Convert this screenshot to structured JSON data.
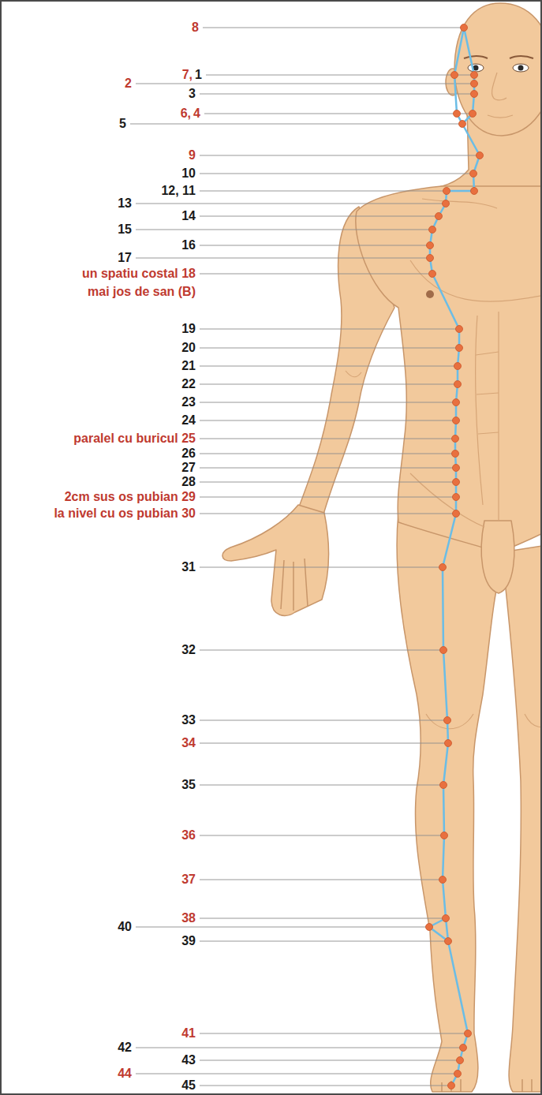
{
  "diagram": {
    "labels": [
      "8",
      "7,",
      "1",
      "2",
      "3",
      "6,",
      "4",
      "5",
      "9",
      "10",
      "12, 11",
      "13",
      "14",
      "15",
      "16",
      "17",
      "un spatiu costal 18",
      "mai jos de san (B)",
      "19",
      "20",
      "21",
      "22",
      "23",
      "24",
      "paralel cu buricul 25",
      "26",
      "27",
      "28",
      "2cm sus os pubian 29",
      "la nivel cu os pubian 30",
      "31",
      "32",
      "33",
      "34",
      "35",
      "36",
      "37",
      "38",
      "40",
      "39",
      "41",
      "42",
      "43",
      "44",
      "45"
    ]
  }
}
